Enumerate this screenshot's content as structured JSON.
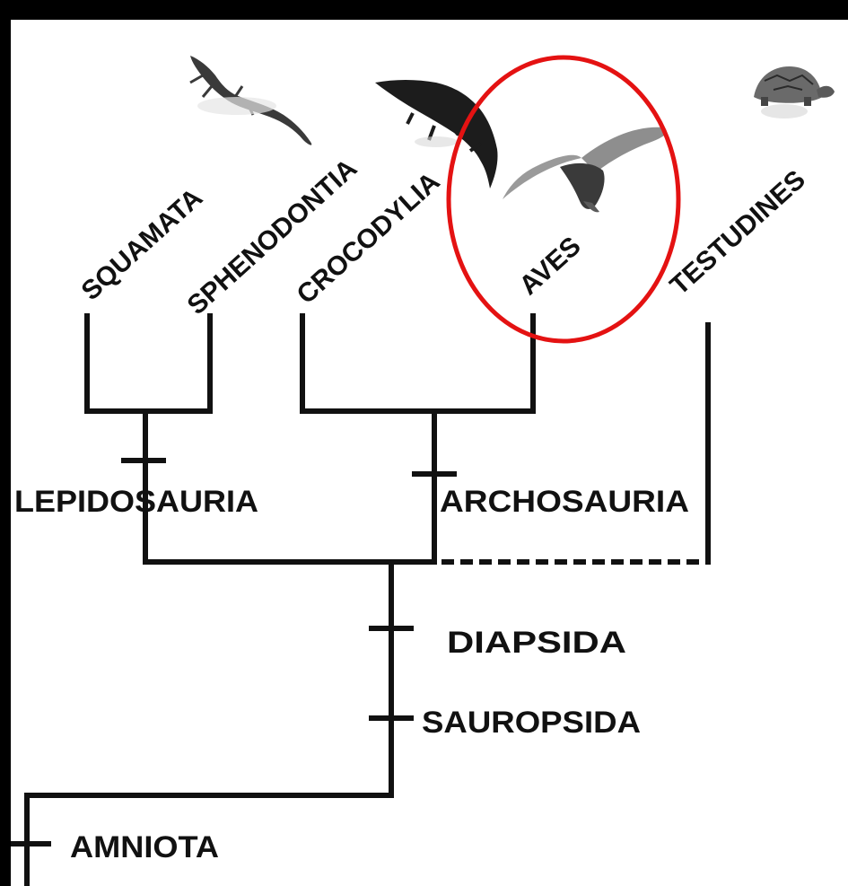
{
  "taxa": {
    "squamata": "SQUAMATA",
    "sphenodontia": "SPHENODONTIA",
    "crocodylia": "CROCODYLIA",
    "aves": "AVES",
    "testudines": "TESTUDINES"
  },
  "clades": {
    "lepidosauria": "LEPIDOSAURIA",
    "archosauria": "ARCHOSAURIA",
    "diapsida": "DIAPSIDA",
    "sauropsida": "SAUROPSIDA",
    "amniota": "AMNIOTA"
  },
  "colors": {
    "background": "#000000",
    "panel": "#ffffff",
    "tree_lines": "#111111",
    "highlight_circle": "#e41212"
  },
  "icons": [
    "lizard-icon",
    "crocodile-icon",
    "bird-icon",
    "tortoise-icon"
  ]
}
